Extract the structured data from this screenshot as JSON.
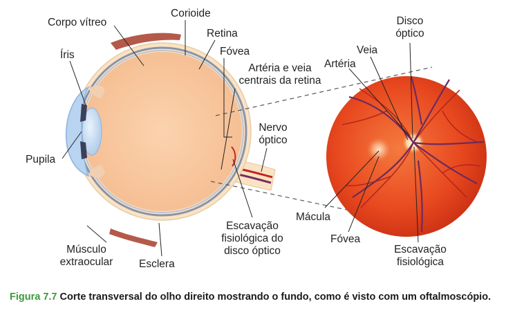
{
  "labels": {
    "corpo_vitreo": "Corpo vítreo",
    "corioide": "Corioide",
    "retina": "Retina",
    "iris": "Íris",
    "fovea_left": "Fóvea",
    "arteria_e_veia_1": "Artéria e veia",
    "arteria_e_veia_2": "centrais da retina",
    "nervo_1": "Nervo",
    "nervo_2": "óptico",
    "pupila": "Pupila",
    "escavacao_1": "Escavação",
    "escavacao_2": "fisiológica do",
    "escavacao_3": "disco óptico",
    "musculo_1": "Músculo",
    "musculo_2": "extraocular",
    "esclera": "Esclera",
    "disco_1": "Disco",
    "disco_2": "óptico",
    "veia": "Veia",
    "arteria": "Artéria",
    "macula": "Mácula",
    "fovea_right": "Fóvea",
    "escavacao_fis_1": "Escavação",
    "escavacao_fis_2": "fisiológica"
  },
  "caption": {
    "number": "Figura 7.7",
    "text": "Corte transversal do olho direito mostrando o fundo, como é visto com um oftalmoscópio."
  },
  "colors": {
    "vitreous": "#f7c49c",
    "sclera": "#fae3c4",
    "fundus": "#e9431c",
    "vessel_artery": "#c0281c",
    "vessel_vein": "#7a2c5e",
    "cornea": "#b9d4f0",
    "caption_accent": "#3a9a3a"
  }
}
